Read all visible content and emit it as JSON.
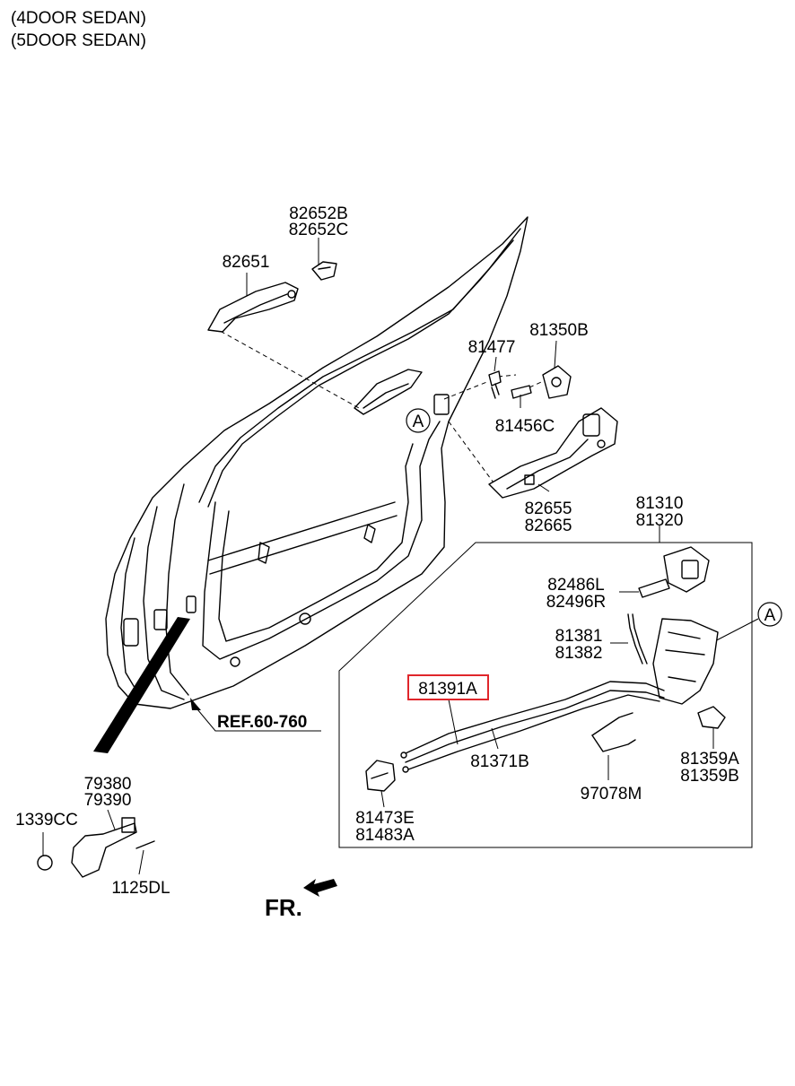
{
  "header": {
    "line1": "(4DOOR SEDAN)",
    "line2": "(5DOOR SEDAN)"
  },
  "callout_a": "A",
  "ref_label": "REF.60-760",
  "fr_label": "FR.",
  "highlight_color": "#e0262b",
  "parts": {
    "p82652b": "82652B",
    "p82652c": "82652C",
    "p82651": "82651",
    "p81477": "81477",
    "p81350b": "81350B",
    "p81456c": "81456C",
    "p82655": "82655",
    "p82665": "82665",
    "p81310": "81310",
    "p81320": "81320",
    "p82486l": "82486L",
    "p82496r": "82496R",
    "p81381": "81381",
    "p81382": "81382",
    "p81391a": "81391A",
    "p81371b": "81371B",
    "p81359a": "81359A",
    "p81359b": "81359B",
    "p97078m": "97078M",
    "p81473e": "81473E",
    "p81483a": "81483A",
    "p79380": "79380",
    "p79390": "79390",
    "p1339cc": "1339CC",
    "p1125dl": "1125DL"
  }
}
